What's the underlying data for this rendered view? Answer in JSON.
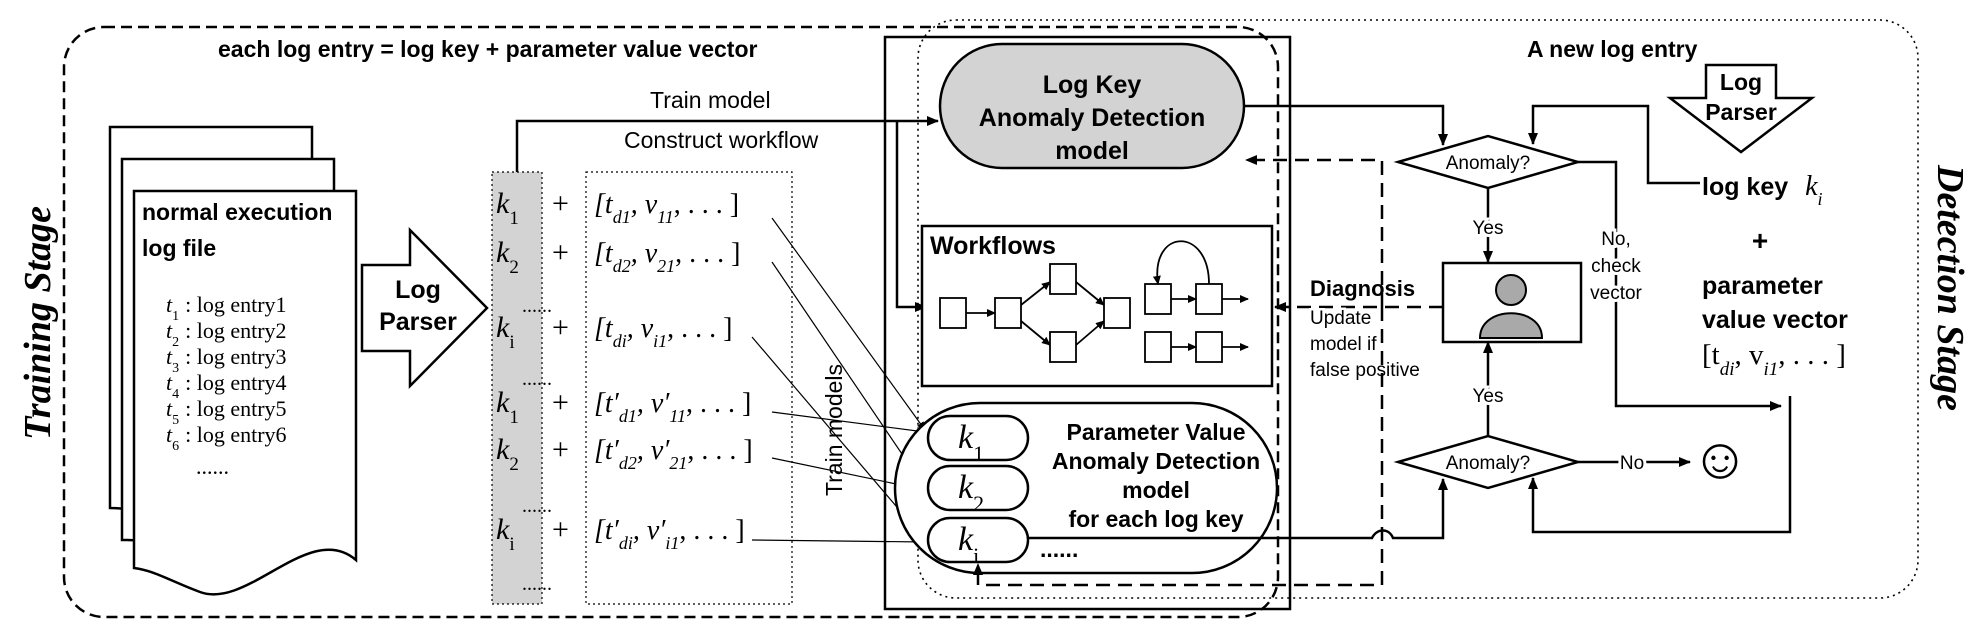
{
  "training_stage_label": "Training Stage",
  "detection_stage_label": "Detection Stage",
  "header_formula": "each log entry = log key + parameter value vector",
  "new_log_entry": "A new log entry",
  "log_file": {
    "title_line1": "normal execution",
    "title_line2": "log file",
    "entries": [
      {
        "t": "t",
        "sub": "1",
        "text": ": log entry1"
      },
      {
        "t": "t",
        "sub": "2",
        "text": ": log entry2"
      },
      {
        "t": "t",
        "sub": "3",
        "text": ": log entry3"
      },
      {
        "t": "t",
        "sub": "4",
        "text": ": log entry4"
      },
      {
        "t": "t",
        "sub": "5",
        "text": ": log entry5"
      },
      {
        "t": "t",
        "sub": "6",
        "text": ": log entry6"
      }
    ],
    "more": "......"
  },
  "log_parser_left": {
    "line1": "Log",
    "line2": "Parser"
  },
  "log_parser_right": {
    "line1": "Log",
    "line2": "Parser"
  },
  "keys_left": [
    {
      "k": "k",
      "sub": "1",
      "plus": "+",
      "vec": "[t",
      "vsub": "d1",
      "rest": ", v",
      "rsub": "11",
      "tail": ", . . . ]"
    },
    {
      "k": "k",
      "sub": "2",
      "plus": "+",
      "vec": "[t",
      "vsub": "d2",
      "rest": ", v",
      "rsub": "21",
      "tail": ", . . . ]"
    },
    {
      "k": "k",
      "sub": "i",
      "plus": "+",
      "vec": "[t",
      "vsub": "di",
      "rest": ", v",
      "rsub": "i1",
      "tail": ", . . . ]"
    },
    {
      "k": "k",
      "sub": "1",
      "plus": "+",
      "vec": "[t′",
      "vsub": "d1",
      "rest": ", v′",
      "rsub": "11",
      "tail": ", . . . ]"
    },
    {
      "k": "k",
      "sub": "2",
      "plus": "+",
      "vec": "[t′",
      "vsub": "d2",
      "rest": ", v′",
      "rsub": "21",
      "tail": ", . . . ]"
    },
    {
      "k": "k",
      "sub": "i",
      "plus": "+",
      "vec": "[t′",
      "vsub": "di",
      "rest": ", v′",
      "rsub": "i1",
      "tail": ", . . . ]"
    }
  ],
  "dots": "......",
  "train_model": "Train model",
  "construct_workflow": "Construct workflow",
  "train_models": "Train models",
  "lkad_model": {
    "line1": "Log Key",
    "line2": "Anomaly Detection",
    "line3": "model"
  },
  "workflows_title": "Workflows",
  "pvad_model": {
    "line1": "Parameter Value",
    "line2": "Anomaly Detection",
    "line3": "model",
    "line4": "for each log key",
    "more": "......"
  },
  "pv_keys": [
    {
      "k": "k",
      "sub": "1"
    },
    {
      "k": "k",
      "sub": "2"
    },
    {
      "k": "k",
      "sub": "i"
    }
  ],
  "anomaly_top": "Anomaly?",
  "anomaly_bottom": "Anomaly?",
  "yes_top": "Yes",
  "yes_bottom": "Yes",
  "no_bottom": "No",
  "no_check": {
    "line1": "No,",
    "line2": "check",
    "line3": "vector"
  },
  "diagnosis": "Diagnosis",
  "update_text": {
    "line1": "Update",
    "line2": "model if",
    "line3": "false positive"
  },
  "right_key": {
    "label": "log key",
    "k": "k",
    "sub": "i"
  },
  "plus_sign": "+",
  "param_vec": {
    "line1": "parameter",
    "line2": "value vector",
    "vec": "[t",
    "vsub": "di",
    "rest": ", v",
    "rsub": "i1",
    "tail": ", . . . ]"
  },
  "smiley": "☺"
}
